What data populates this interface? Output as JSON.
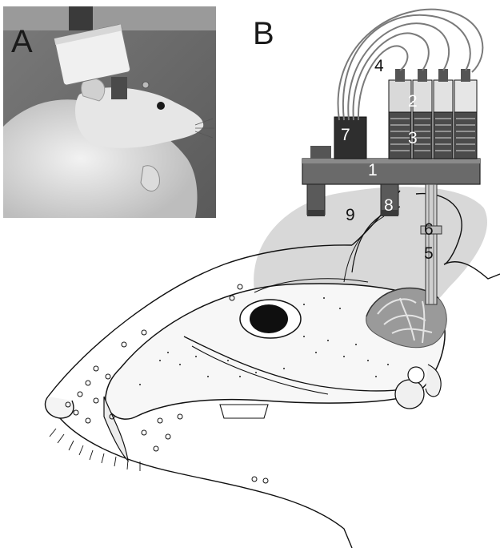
{
  "panels": {
    "a_label": "A",
    "b_label": "B"
  },
  "callouts": [
    "1",
    "2",
    "3",
    "4",
    "5",
    "6",
    "7",
    "8",
    "9"
  ],
  "colors": {
    "ink": "#111111",
    "photo_bg": "#8a8a8a",
    "brain_shade": "#d8d8d8"
  }
}
